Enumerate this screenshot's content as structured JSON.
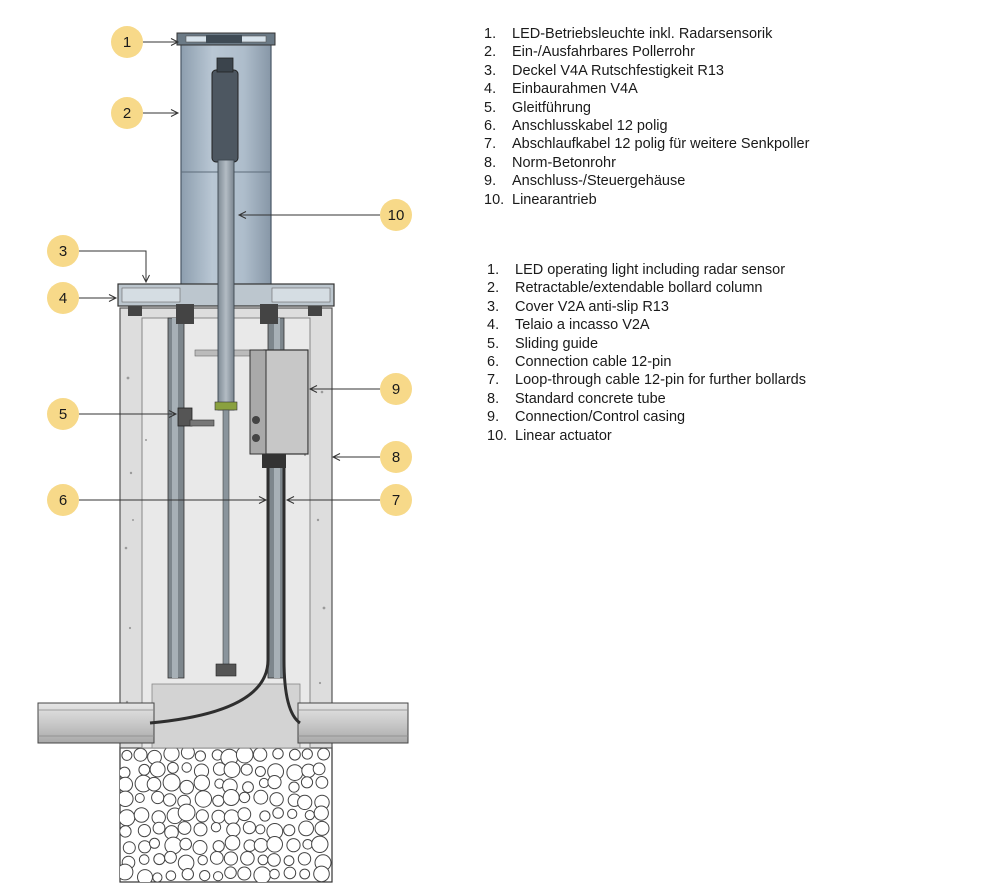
{
  "diagram": {
    "title": "",
    "colors": {
      "callout_fill": "#f7d989",
      "callout_text": "#1a1a1a",
      "concrete": "#dedede",
      "bollard_steel": "#a9b9c8",
      "gravel": "#ffffff"
    },
    "callouts": [
      {
        "num": "1"
      },
      {
        "num": "2"
      },
      {
        "num": "3"
      },
      {
        "num": "4"
      },
      {
        "num": "5"
      },
      {
        "num": "6"
      },
      {
        "num": "7"
      },
      {
        "num": "8"
      },
      {
        "num": "9"
      },
      {
        "num": "10"
      }
    ]
  },
  "legend_de": [
    {
      "num": "1.",
      "text": "LED-Betriebsleuchte inkl. Radarsensorik"
    },
    {
      "num": "2.",
      "text": "Ein-/Ausfahrbares Pollerrohr"
    },
    {
      "num": "3.",
      "text": "Deckel V4A Rutschfestigkeit R13"
    },
    {
      "num": "4.",
      "text": "Einbaurahmen V4A"
    },
    {
      "num": "5.",
      "text": "Gleitführung"
    },
    {
      "num": "6.",
      "text": "Anschlusskabel 12 polig"
    },
    {
      "num": "7.",
      "text": "Abschlaufkabel 12 polig für weitere Senkpoller"
    },
    {
      "num": "8.",
      "text": "Norm-Betonrohr"
    },
    {
      "num": "9.",
      "text": "Anschluss-/Steuergehäuse"
    },
    {
      "num": "10.",
      "text": "Linearantrieb"
    }
  ],
  "legend_en": [
    {
      "num": "1.",
      "text": "LED operating light including radar sensor"
    },
    {
      "num": "2.",
      "text": "Retractable/extendable bollard column"
    },
    {
      "num": "3.",
      "text": "Cover V2A anti-slip R13"
    },
    {
      "num": "4.",
      "text": "Telaio a incasso V2A"
    },
    {
      "num": "5.",
      "text": "Sliding guide"
    },
    {
      "num": "6.",
      "text": "Connection cable 12-pin"
    },
    {
      "num": "7.",
      "text": "Loop-through cable 12-pin for further bollards"
    },
    {
      "num": "8.",
      "text": "Standard concrete tube"
    },
    {
      "num": "9.",
      "text": "Connection/Control casing"
    },
    {
      "num": "10.",
      "text": "Linear actuator"
    }
  ]
}
